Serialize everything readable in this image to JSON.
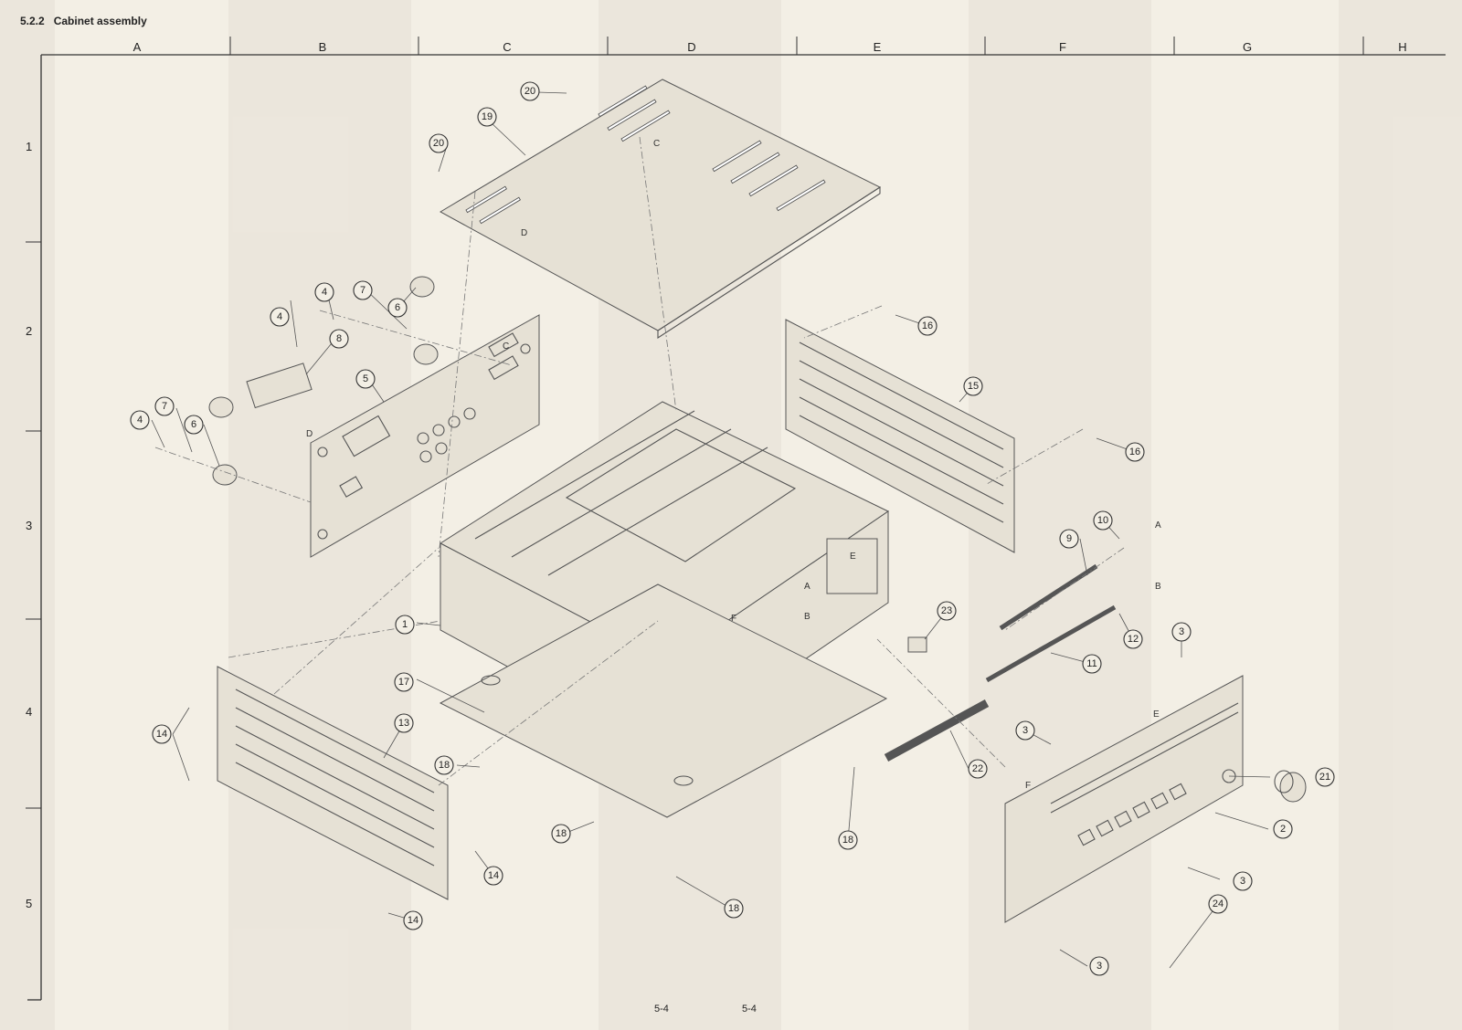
{
  "header": {
    "section": "5.2.2",
    "title": "Cabinet assembly"
  },
  "grid": {
    "columns": [
      "A",
      "B",
      "C",
      "D",
      "E",
      "F",
      "G",
      "H"
    ],
    "rows": [
      "1",
      "2",
      "3",
      "4",
      "5"
    ]
  },
  "footer": {
    "page_left": "5-4",
    "page_right": "5-4"
  },
  "callouts": {
    "c1": "1",
    "c2": "2",
    "c3a": "3",
    "c3b": "3",
    "c3c": "3",
    "c3d": "3",
    "c4a": "4",
    "c4b": "4",
    "c4c": "4",
    "c5": "5",
    "c6a": "6",
    "c6b": "6",
    "c7a": "7",
    "c7b": "7",
    "c8": "8",
    "c9": "9",
    "c10": "10",
    "c11": "11",
    "c12": "12",
    "c13": "13",
    "c14a": "14",
    "c14b": "14",
    "c14c": "14",
    "c15": "15",
    "c16a": "16",
    "c16b": "16",
    "c17": "17",
    "c18a": "18",
    "c18b": "18",
    "c18c": "18",
    "c18d": "18",
    "c19": "19",
    "c20a": "20",
    "c20b": "20",
    "c21": "21",
    "c22": "22",
    "c23": "23",
    "c24": "24"
  },
  "letters": {
    "la1": "A",
    "la2": "A",
    "lb1": "B",
    "lb2": "B",
    "lc1": "C",
    "lc2": "C",
    "ld1": "D",
    "ld2": "D",
    "le1": "E",
    "le2": "E",
    "lf1": "F",
    "lf2": "F"
  }
}
